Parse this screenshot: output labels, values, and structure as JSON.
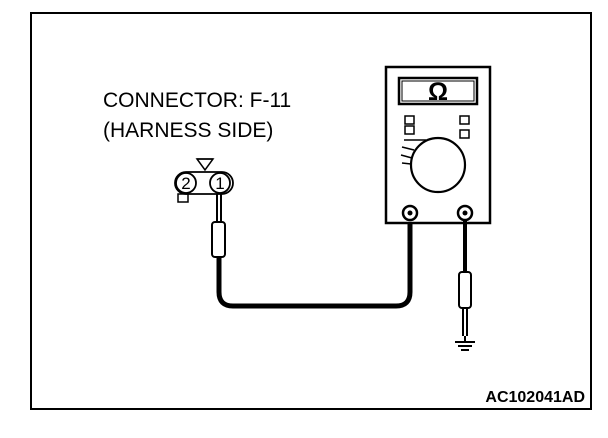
{
  "connector": {
    "line1": "CONNECTOR: F-11",
    "line2": "(HARNESS SIDE)",
    "pin_left": "2",
    "pin_right": "1"
  },
  "meter": {
    "symbol": "Ω"
  },
  "figure_code": "AC102041AD"
}
